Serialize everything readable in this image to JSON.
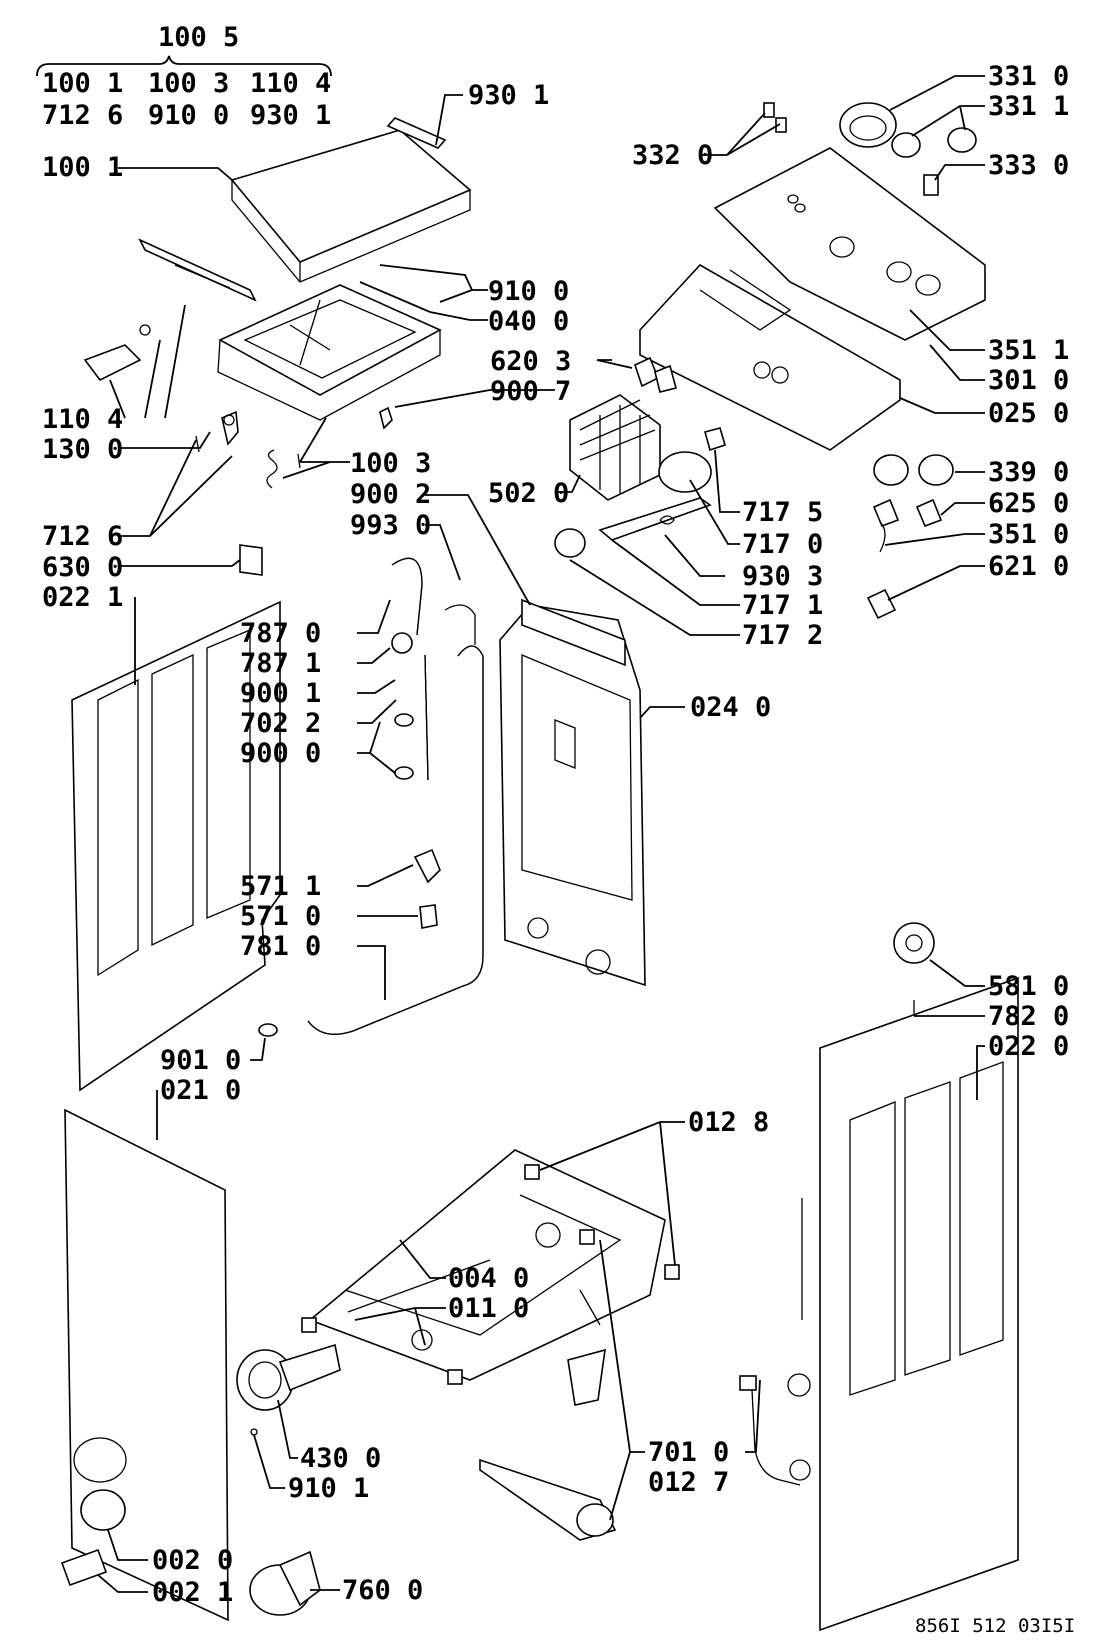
{
  "labels": {
    "group_100_5": "100 5",
    "group_100_1": "100 1",
    "group_100_3": "100 3",
    "group_110_4": "110 4",
    "group_712_6": "712 6",
    "group_910_0": "910 0",
    "group_930_1": "930 1",
    "l_930_1": "930 1",
    "l_100_1": "100 1",
    "l_110_4": "110 4",
    "l_130_0": "130 0",
    "l_712_6": "712 6",
    "l_630_0": "630 0",
    "l_022_1": "022 1",
    "l_910_0": "910 0",
    "l_040_0": "040 0",
    "l_620_3": "620 3",
    "l_900_7": "900 7",
    "l_100_3": "100 3",
    "l_900_2": "900 2",
    "l_993_0": "993 0",
    "l_502_0": "502 0",
    "l_787_0": "787 0",
    "l_787_1": "787 1",
    "l_900_1": "900 1",
    "l_702_2": "702 2",
    "l_900_0": "900 0",
    "l_571_1": "571 1",
    "l_571_0": "571 0",
    "l_781_0": "781 0",
    "l_901_0": "901 0",
    "l_021_0": "021 0",
    "l_024_0": "024 0",
    "l_331_0": "331 0",
    "l_331_1": "331 1",
    "l_332_0": "332 0",
    "l_333_0": "333 0",
    "l_351_1": "351 1",
    "l_301_0": "301 0",
    "l_025_0": "025 0",
    "l_339_0": "339 0",
    "l_625_0": "625 0",
    "l_351_0": "351 0",
    "l_621_0": "621 0",
    "l_717_5": "717 5",
    "l_717_0": "717 0",
    "l_930_3": "930 3",
    "l_717_1": "717 1",
    "l_717_2": "717 2",
    "l_581_0": "581 0",
    "l_782_0": "782 0",
    "l_022_0": "022 0",
    "l_012_8": "012 8",
    "l_004_0": "004 0",
    "l_011_0": "011 0",
    "l_430_0": "430 0",
    "l_910_1": "910 1",
    "l_002_0": "002 0",
    "l_002_1": "002 1",
    "l_760_0": "760 0",
    "l_701_0": "701 0",
    "l_012_7": "012 7"
  },
  "footer": {
    "drawing_number": "856I 512 03I5I"
  }
}
